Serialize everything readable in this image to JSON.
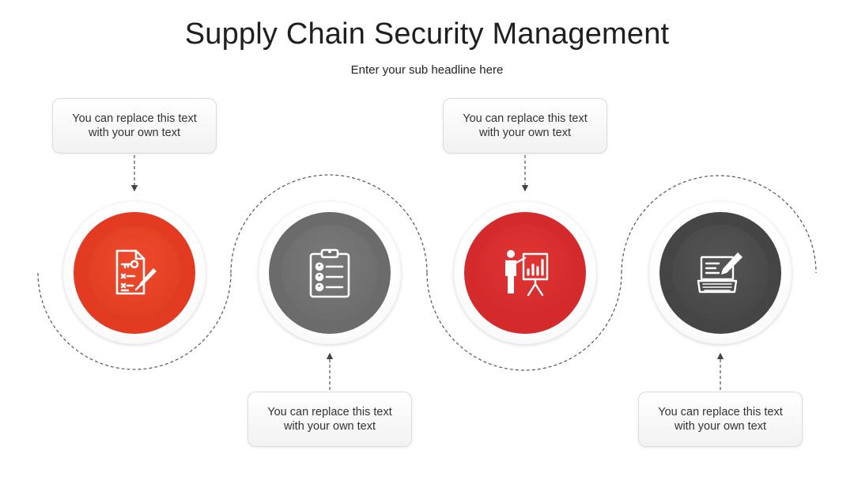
{
  "title": "Supply Chain Security Management",
  "subtitle": "Enter your sub headline here",
  "steps": [
    {
      "text": "You can replace this text with your own text",
      "color": "#e33a22",
      "icon": "contract-signing-icon"
    },
    {
      "text": "You can replace this text with your own text",
      "color": "#6b6b6b",
      "icon": "clipboard-checklist-icon"
    },
    {
      "text": "You can replace this text with your own text",
      "color": "#d42a2c",
      "icon": "presentation-chart-icon"
    },
    {
      "text": "You can replace this text with your own text",
      "color": "#454545",
      "icon": "laptop-edit-icon"
    }
  ]
}
